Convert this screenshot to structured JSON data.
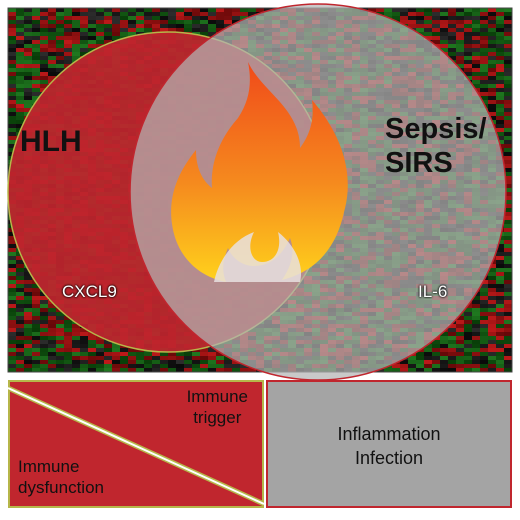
{
  "venn": {
    "left_label": "HLH",
    "right_label_line1": "Sepsis/",
    "right_label_line2": "SIRS",
    "left_marker": "CXCL9",
    "right_marker": "IL-6",
    "center_icon": "fire-icon"
  },
  "bottom": {
    "trigger_line1": "Immune",
    "trigger_line2": "trigger",
    "dysfunction_line1": "Immune",
    "dysfunction_line2": "dysfunction",
    "inflammation": "Inflammation",
    "infection": "Infection"
  },
  "colors": {
    "hlh_red": "#c0262e",
    "gray": "#a4a4a4",
    "heatmap_green": "#1d6b2a",
    "heatmap_red": "#8a1414",
    "flame_orange": "#f26a1b",
    "flame_yellow": "#ffd21c"
  }
}
